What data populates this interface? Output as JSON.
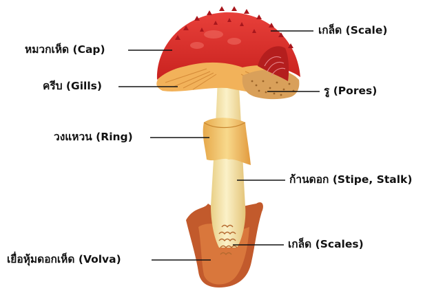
{
  "labels": {
    "cap": "หมวกเห็ด (Cap)",
    "gills": "ครีบ (Gills)",
    "ring": "วงแหวน (Ring)",
    "volva": "เยื่อหุ้มดอกเห็ด (Volva)",
    "scale": "เกล็ด (Scale)",
    "pores": "รู (Pores)",
    "stipe": "ก้านดอก (Stipe, Stalk)",
    "scales": "เกล็ด (Scales)"
  },
  "colors": {
    "cap": "#e02a2a",
    "cap_dark": "#b41e1e",
    "gills": "#f2b25a",
    "pores": "#d9a05a",
    "stipe": "#f1e2a4",
    "ring": "#f0c46a",
    "volva": "#cc6a35",
    "line": "#111111"
  }
}
